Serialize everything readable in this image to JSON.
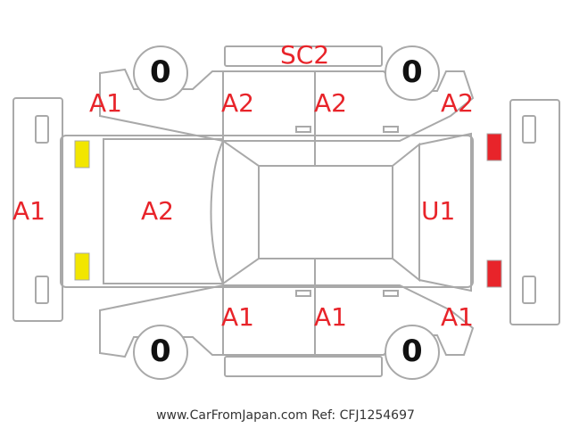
{
  "diagram": {
    "labels": {
      "top_bumper": "SC2",
      "front_left_fender": "A1",
      "front_left_door": "A2",
      "rear_left_door": "A2",
      "rear_left_quarter": "A2",
      "front_bumper": "A1",
      "hood": "A2",
      "rear_gate": "U1",
      "front_right_fender": "A1",
      "front_right_door": "A1",
      "rear_right_door": "A1"
    },
    "tires": {
      "front_left": "0",
      "rear_left": "0",
      "front_right": "0",
      "rear_right": "0"
    },
    "colors": {
      "outline": "#a9a9a9",
      "label": "#e8242a",
      "front_lamp": "#f2e600",
      "rear_lamp": "#e8242a"
    }
  },
  "footer": "www.CarFromJapan.com Ref: CFJ1254697"
}
